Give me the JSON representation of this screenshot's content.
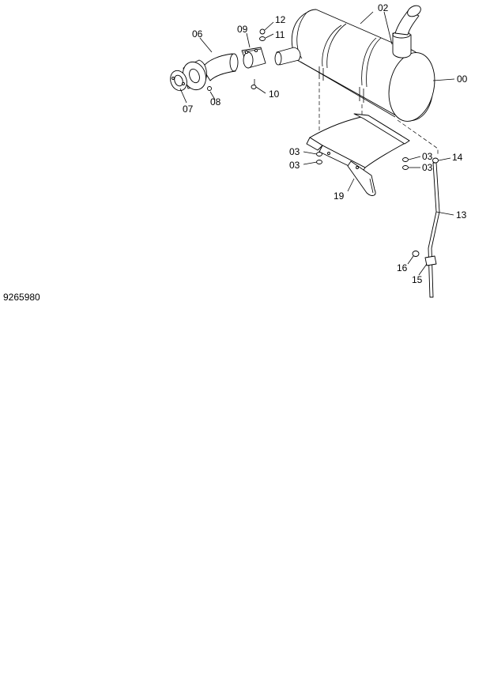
{
  "diagram": {
    "drawing_number": "9265980",
    "labels": {
      "p00": "00",
      "p02": "02",
      "p03a": "03",
      "p03b": "03",
      "p03c": "03",
      "p03d": "03",
      "p06": "06",
      "p07": "07",
      "p08": "08",
      "p09": "09",
      "p10": "10",
      "p11": "11",
      "p12": "12",
      "p13": "13",
      "p14": "14",
      "p15": "15",
      "p16": "16",
      "p19": "19"
    }
  }
}
